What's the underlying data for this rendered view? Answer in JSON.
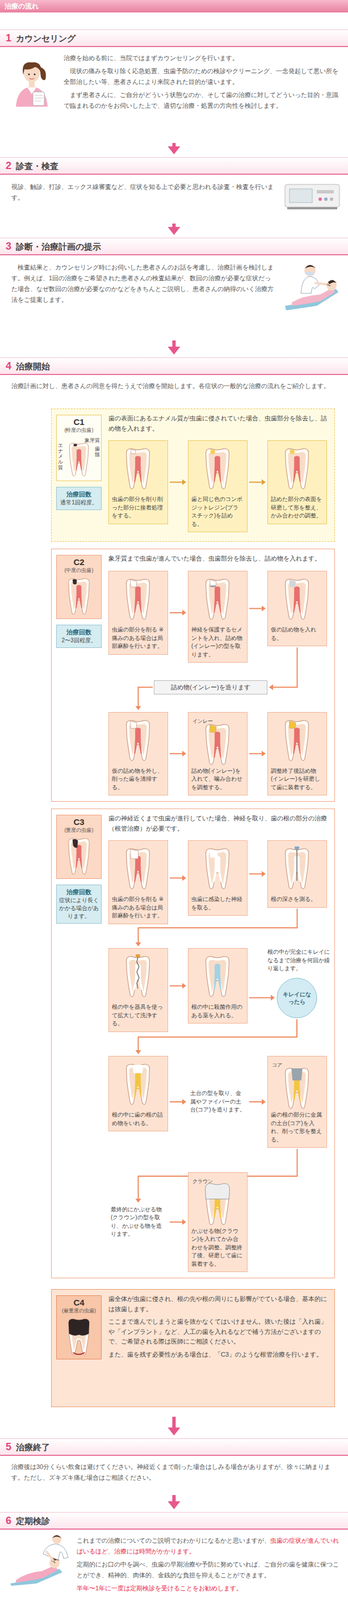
{
  "diagram": {
    "title": "治療の流れ",
    "nodes": [
      {
        "text": [
          "1",
          "カウンセリング",
          "治療を始める前に、当院ではまずカウンセリングを行います。",
          "現状の痛みを取り除く応急処置、虫歯予防のための検診やクリーニング、一念発起して悪い所を全部治したい等、患者さんにより来院された目的が違います。",
          "まず患者さんに、ご自分がどういう状態なのか、そして歯の治療に対してどういった目的・意識で臨まれるのかをお伺いした上で、適切な治療・処置の方向性を検討します。"
        ]
      },
      {
        "text": [
          "2",
          "診査・検査",
          "視診、触診、打診、エックス線審査など、症状を知る上で必要と思われる診査・検査を行います。"
        ]
      },
      {
        "text": [
          "3",
          "診断・治療計画の提示",
          "検査結果と、カウンセリング時にお伺いした患者さんのお話を考慮し、治療計画を検討します。例えば、1回の治療をご希望された患者さんの検査結果が、数回の治療が必要な症状だった場合、なぜ数回の治療が必要なのかなどをきちんとご説明し、患者さんの納得のいく治療方法をご提案します。"
        ]
      },
      {
        "text": [
          "4",
          "治療開始",
          "治療計画に対し、患者さんの同意を得たうえで治療を開始します。各症状の一般的な治療の流れをご紹介します。"
        ]
      },
      {
        "text": [
          "歯の表面にあるエナメル質が虫歯に侵されていた場合、虫歯部分を除去し、詰め物を入れます。"
        ],
        "in": 3
      },
      {
        "text": [
          "C1",
          "(軽度の虫歯)"
        ],
        "in": 4
      },
      {
        "text": [
          "治療回数",
          "通常1回程度。"
        ],
        "in": 4
      },
      {
        "text": [
          "虫歯の部分を削り削った部分に接着処理をする。"
        ],
        "in": 4
      },
      {
        "text": [
          "歯と同じ色のコンポジットレジン(プラスチック)を詰める。"
        ],
        "in": 4
      },
      {
        "text": [
          "詰めた部分の表面を研磨して形を整え、かみ合わせの調整。"
        ],
        "in": 4
      },
      {
        "text": [
          "象牙質まで虫歯が進んでいた場合、虫歯部分を除去し、詰め物を入れます。"
        ],
        "in": 3
      },
      {
        "text": [
          "C2",
          "(中度の虫歯)"
        ],
        "in": 10
      },
      {
        "text": [
          "治療回数",
          "2〜3回程度。"
        ],
        "in": 10
      },
      {
        "text": [
          "虫歯の部分を削る ※痛みのある場合は局部麻酔を行います。"
        ],
        "in": 10
      },
      {
        "text": [
          "神経を保護するセメントを入れ、詰め物(インレー)の型を取ります。"
        ],
        "in": 10
      },
      {
        "text": [
          "仮の詰め物を入れる。"
        ],
        "in": 10
      },
      {
        "text": [
          "詰め物(インレー)を造ります"
        ],
        "in": 10
      },
      {
        "text": [
          "仮の詰め物を外し、削った歯を清掃する。"
        ],
        "in": 10
      },
      {
        "text": [
          "詰め物(インレー)を入れて、噛み合わせを調整する。"
        ],
        "in": 10
      },
      {
        "text": [
          "調整終了後詰め物(インレー)を研磨して歯に装着する。"
        ],
        "in": 10
      },
      {
        "text": [
          "歯の神経近くまで虫歯が進行していた場合、神経を取り、歯の根の部分の治療（根管治療）が必要です。"
        ],
        "in": 3
      },
      {
        "text": [
          "C3",
          "(重度の虫歯)"
        ],
        "in": 20
      },
      {
        "text": [
          "治療回数",
          "症状により長くかかる場合があります。"
        ],
        "in": 20
      },
      {
        "text": [
          "虫歯の部分を削る ※痛みのある場合は局部麻酔を行います。"
        ],
        "in": 20
      },
      {
        "text": [
          "虫歯に感染した神経を取る。"
        ],
        "in": 20
      },
      {
        "text": [
          "根の深さを測る。"
        ],
        "in": 20
      },
      {
        "text": [
          "根の中を器具を使って拡大して洗浄する。"
        ],
        "in": 20
      },
      {
        "text": [
          "根の中に殺菌作用のある薬を入れる。"
        ],
        "in": 20
      },
      {
        "text": [
          "キレイになったら"
        ],
        "in": 20
      },
      {
        "text": [
          "根の中に歯の根の詰め物をいれる。"
        ],
        "in": 20
      },
      {
        "text": [
          "土台の型を取り、金属やファイバーの土台(コア)を造ります。"
        ],
        "in": 20
      },
      {
        "text": [
          "歯の根の部分に金属の土台(コア)を入れ、削って形を整える。"
        ],
        "in": 20
      },
      {
        "text": [
          "最終的にかぶせる物(クラウン)の型を取り、かぶせる物を造ります。"
        ],
        "in": 20
      },
      {
        "text": [
          "かぶせる物(クラウン)を入れてかみ合わせを調整。調整終了後、研磨して歯に装着する。"
        ],
        "in": 20
      },
      {
        "text": [
          "歯全体が虫歯に侵され、根の先や根の周りにも影響がでている場合、基本的には抜歯します。",
          "ここまで進んでしまうと歯を抜かなくてはいけません。抜いた後は「入れ歯」や「インプラント」など、人工の歯を入れるなどで補う方法がございますので、ご希望される際は医師にご相談ください。",
          "また、歯を残す必要性がある場合は、「C3」のような根管治療を行います。"
        ],
        "in": 3
      },
      {
        "text": [
          "C4",
          "(最重度の虫歯)"
        ],
        "in": 34
      },
      {
        "text": [
          "5",
          "治療終了",
          "治療後は30分くらい飲食は避けてください。神経近くまで削った場合はしみる場合がありますが、徐々に納まります。ただし、ズキズキ痛む場合はご相談ください。"
        ]
      },
      {
        "text": [
          "6",
          "定期検診",
          "これまでの治療についてのご説明でおわかりになるかと思いますが、",
          "虫歯の症状が進んでいればいるほど、治療には時間がかかります。",
          "定期的にお口の中を調べ、虫歯の早期治療や予防に努めていれば、ご自分の歯を健康に保つことができ、精神的、肉体的、金銭的な負担を抑えることができます。",
          "半年〜1年に一度は定期検診を受けることをお勧めします。"
        ]
      }
    ],
    "edges": [
      {
        "from": 0,
        "to": 1,
        "arrow": "to"
      },
      {
        "from": 1,
        "to": 2,
        "arrow": "to"
      },
      {
        "from": 2,
        "to": 3,
        "arrow": "to"
      },
      {
        "from": 3,
        "to": 36,
        "arrow": "to"
      },
      {
        "from": 36,
        "to": 37,
        "arrow": "to"
      },
      {
        "from": 7,
        "to": 8,
        "arrow": "to"
      },
      {
        "from": 8,
        "to": 9,
        "arrow": "to"
      },
      {
        "from": 13,
        "to": 14,
        "arrow": "to"
      },
      {
        "from": 14,
        "to": 15,
        "arrow": "to"
      },
      {
        "from": 15,
        "to": 16,
        "arrow": "to"
      },
      {
        "from": 16,
        "to": 17,
        "arrow": "to"
      },
      {
        "from": 17,
        "to": 18,
        "arrow": "to"
      },
      {
        "from": 18,
        "to": 19,
        "arrow": "to"
      },
      {
        "from": 23,
        "to": 24,
        "arrow": "to"
      },
      {
        "from": 24,
        "to": 25,
        "arrow": "to"
      },
      {
        "from": 25,
        "to": 26,
        "arrow": "to"
      },
      {
        "from": 26,
        "to": 27,
        "arrow": "to"
      },
      {
        "from": 27,
        "to": 28,
        "arrow": "to"
      },
      {
        "from": 28,
        "to": 29,
        "arrow": "to"
      },
      {
        "from": 29,
        "to": 30,
        "arrow": "to"
      },
      {
        "from": 30,
        "to": 31,
        "arrow": "to"
      },
      {
        "from": 31,
        "to": 32,
        "arrow": "to"
      },
      {
        "from": 32,
        "to": 33,
        "arrow": "to"
      }
    ],
    "labels": [
      "象牙質",
      "エナメル質",
      "歯髄",
      "インレー",
      "根の中が完全にキレイになるまで治療を何回か繰り返します。",
      "コア",
      "クラウン"
    ]
  }
}
